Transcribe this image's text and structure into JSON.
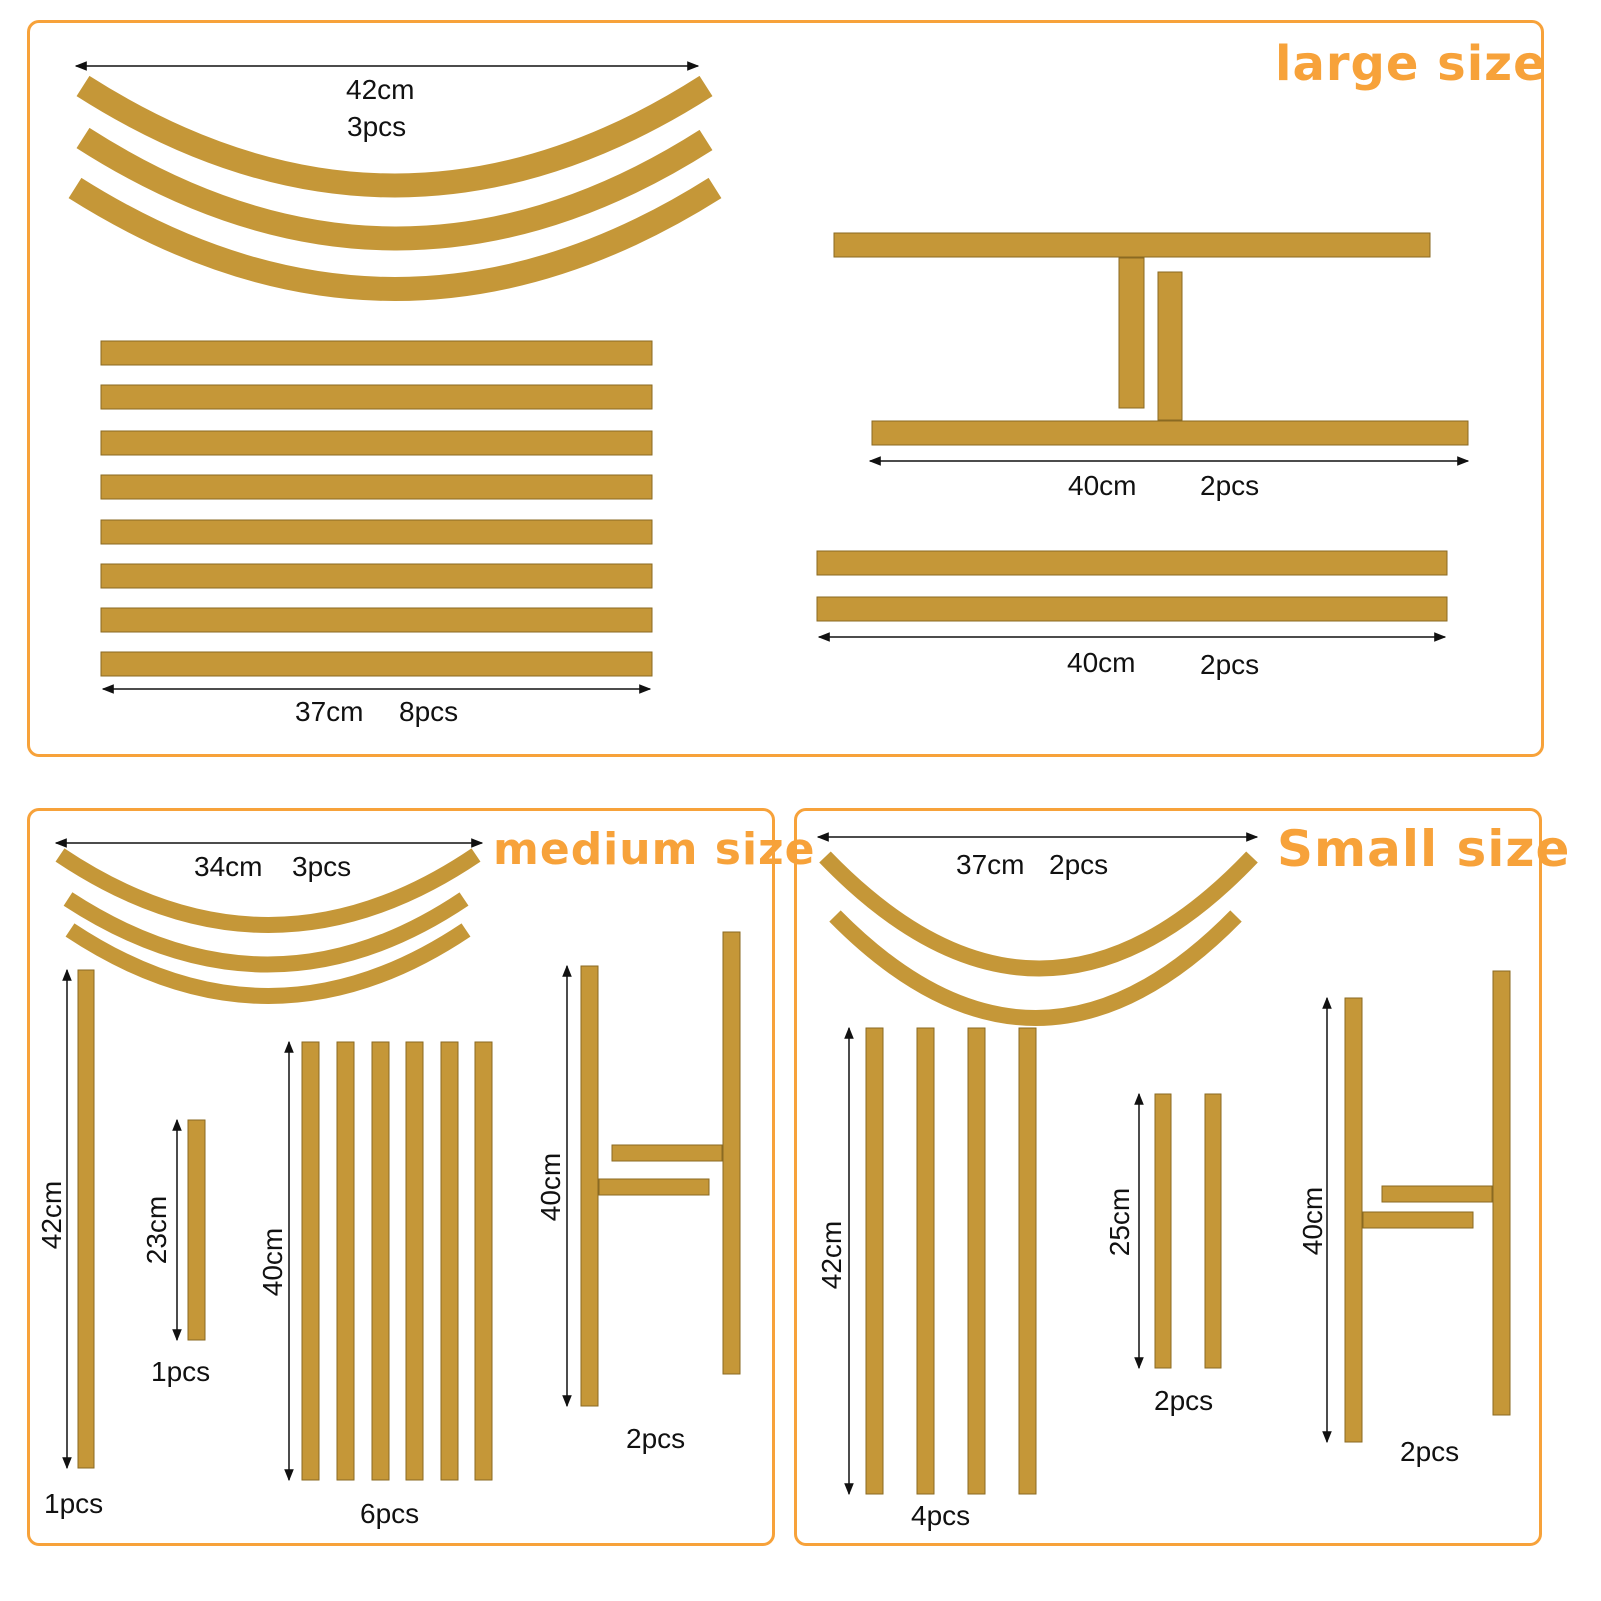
{
  "colors": {
    "accent": "#f7a23a",
    "rod": "#c59738",
    "rod_edge": "#8a6a22",
    "text": "#111111"
  },
  "large": {
    "title": "large size",
    "arch": {
      "length": "42cm",
      "qty": "3pcs"
    },
    "straight_bars": {
      "length": "37cm",
      "qty": "8pcs"
    },
    "t_bar": {
      "length": "40cm",
      "qty": "2pcs"
    },
    "long_bars": {
      "length": "40cm",
      "qty": "2pcs"
    }
  },
  "medium": {
    "title": "medium size",
    "arch": {
      "length": "34cm",
      "qty": "3pcs"
    },
    "tall_post": {
      "length": "42cm",
      "qty": "1pcs"
    },
    "short_post": {
      "length": "23cm",
      "qty": "1pcs"
    },
    "posts": {
      "length": "40cm",
      "qty": "6pcs"
    },
    "h_frame": {
      "length": "40cm",
      "qty": "2pcs"
    }
  },
  "small": {
    "title": "Small size",
    "arch": {
      "length": "37cm",
      "qty": "2pcs"
    },
    "posts": {
      "length": "42cm",
      "qty": "4pcs"
    },
    "short_posts": {
      "length": "25cm",
      "qty": "2pcs"
    },
    "h_frame": {
      "length": "40cm",
      "qty": "2pcs"
    }
  }
}
